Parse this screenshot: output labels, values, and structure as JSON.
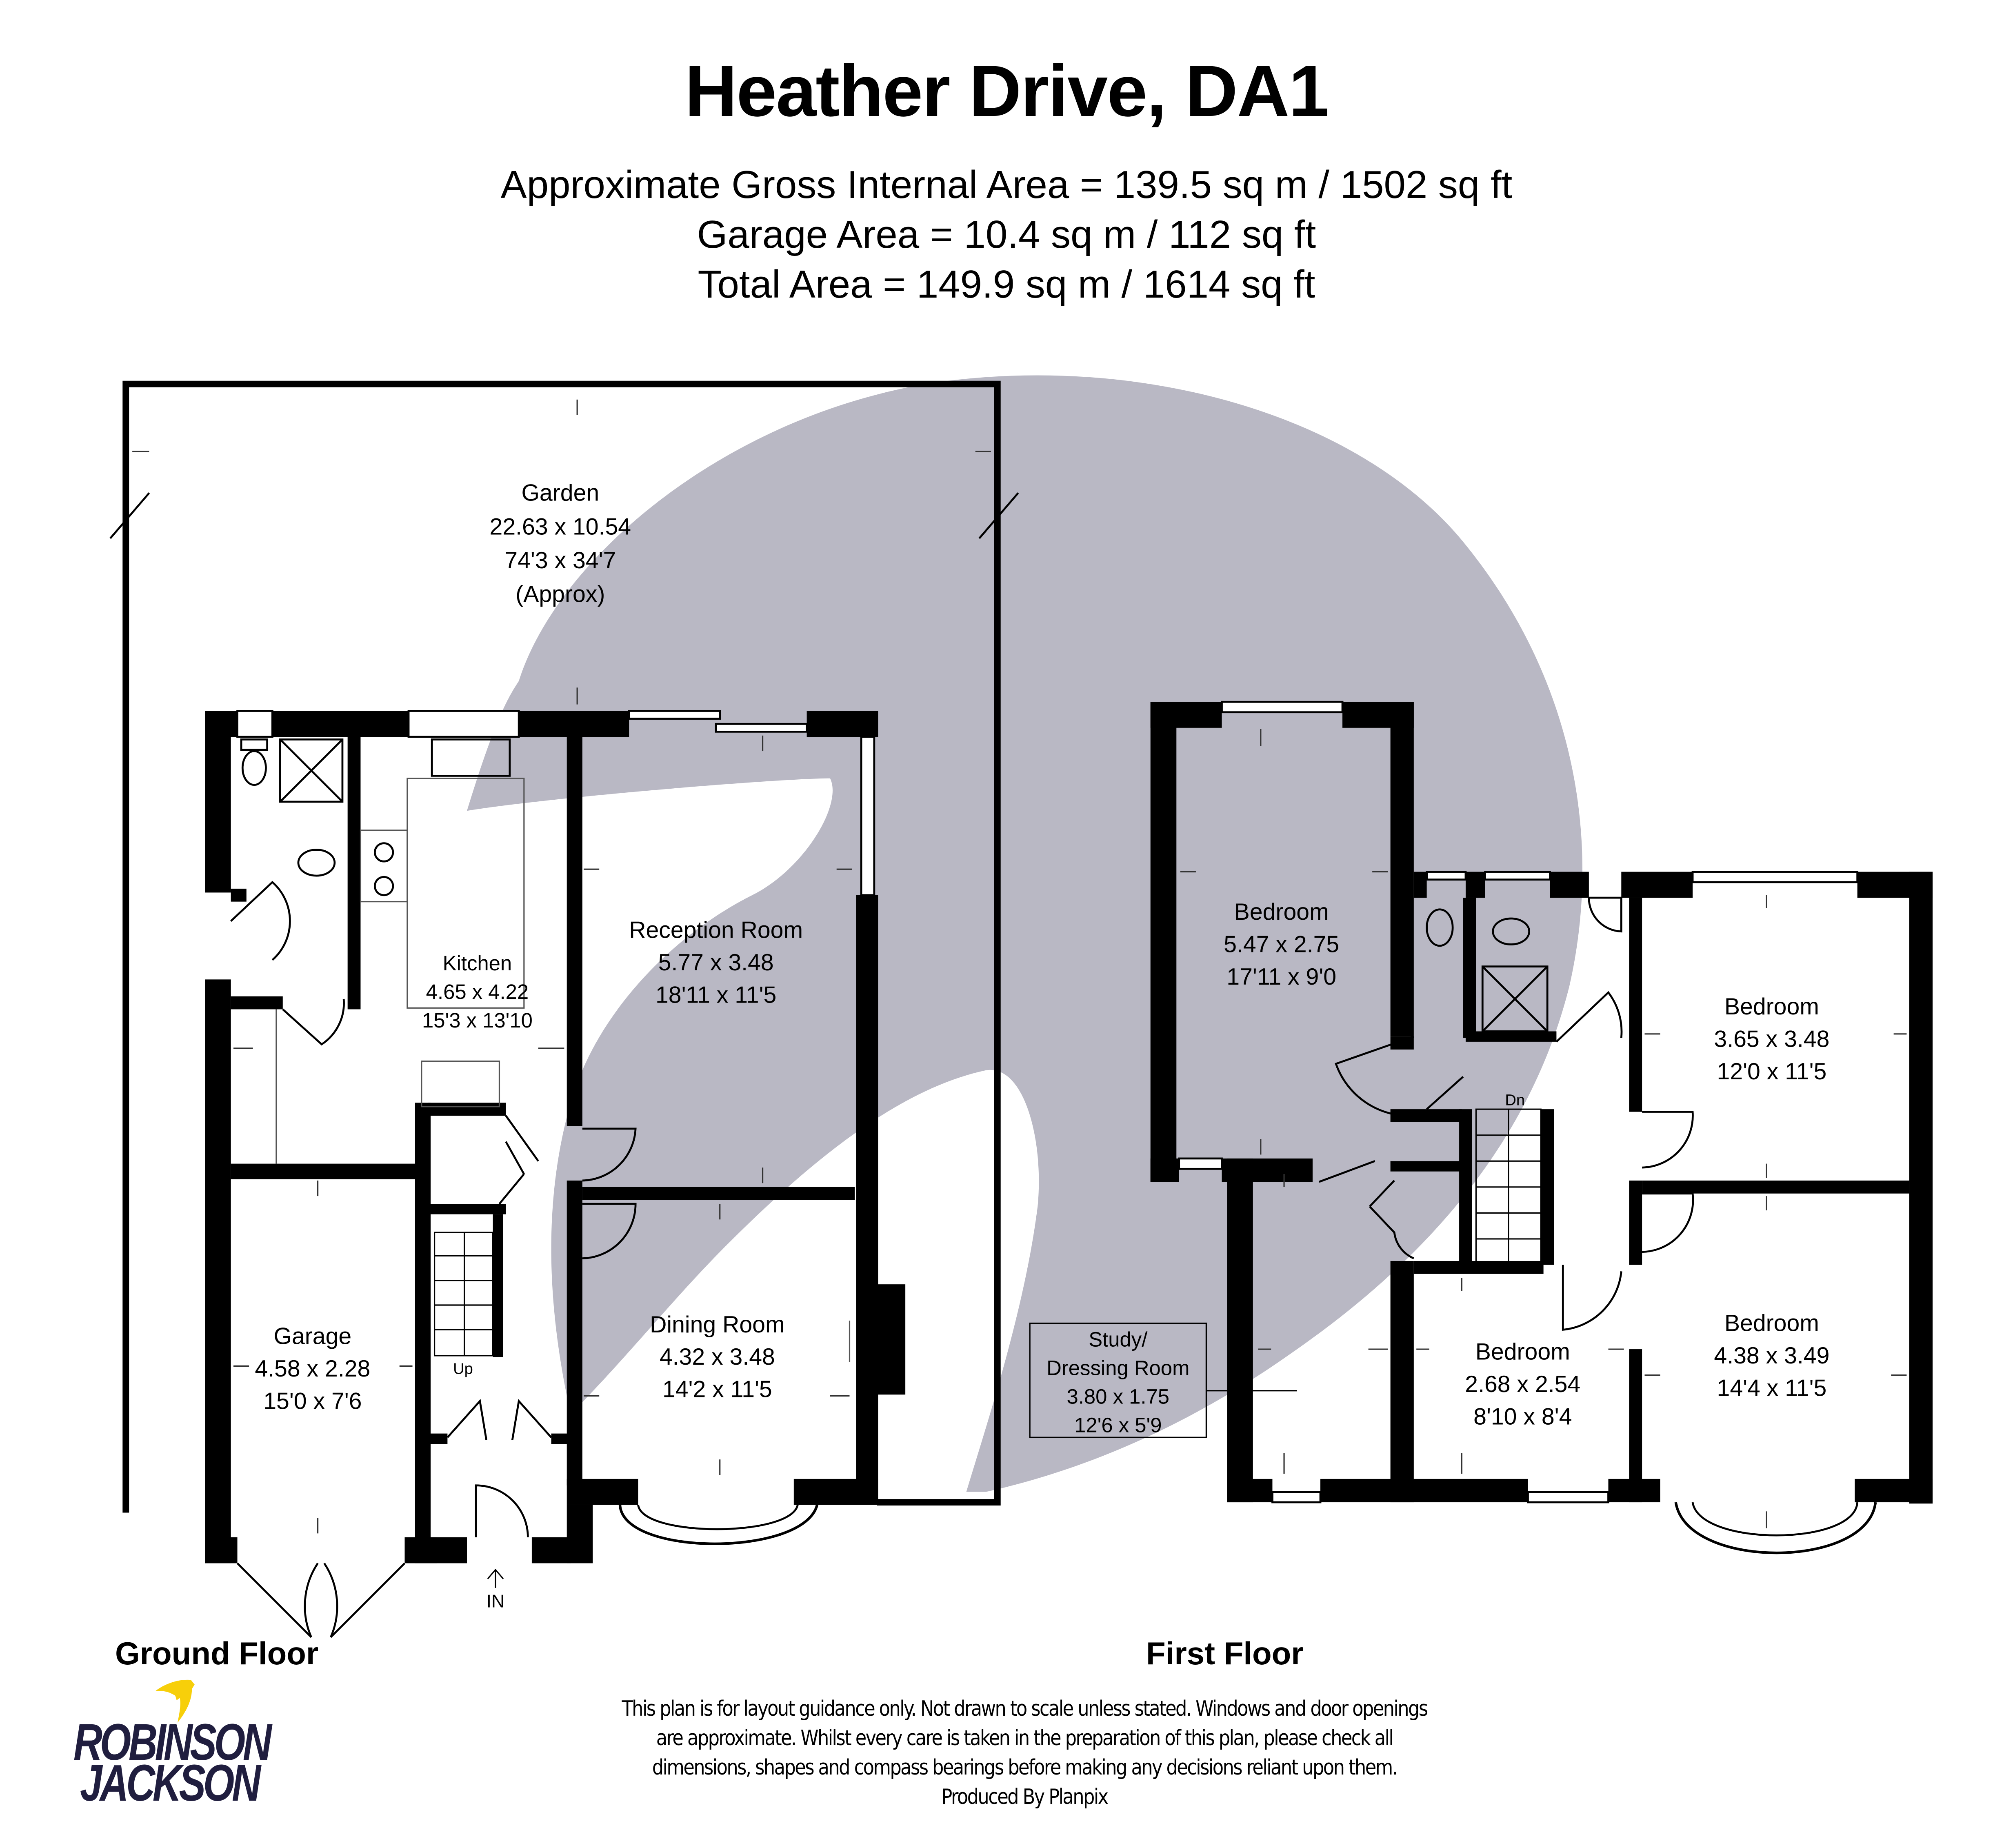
{
  "header": {
    "title": "Heather Drive, DA1",
    "areas": [
      "Approximate Gross Internal Area = 139.5 sq m / 1502 sq ft",
      "Garage Area = 10.4 sq m / 112 sq ft",
      "Total Area = 149.9 sq m / 1614 sq ft"
    ]
  },
  "colors": {
    "wall": "#000000",
    "watermark": "#b9b8c4",
    "logo_navy": "#201e3f",
    "logo_yellow": "#f7cf0a"
  },
  "floors": {
    "ground": {
      "label": "Ground Floor",
      "rooms": {
        "garden": {
          "name": "Garden",
          "metric": "22.63 x 10.54",
          "imperial": "74'3 x 34'7",
          "note": "(Approx)"
        },
        "kitchen": {
          "name": "Kitchen",
          "metric": "4.65 x 4.22",
          "imperial": "15'3 x 13'10"
        },
        "reception": {
          "name": "Reception Room",
          "metric": "5.77 x 3.48",
          "imperial": "18'11 x 11'5"
        },
        "dining": {
          "name": "Dining Room",
          "metric": "4.32 x 3.48",
          "imperial": "14'2 x 11'5"
        },
        "garage": {
          "name": "Garage",
          "metric": "4.58 x 2.28",
          "imperial": "15'0 x 7'6"
        }
      },
      "stairs_label": "Up",
      "entrance_label": "IN"
    },
    "first": {
      "label": "First Floor",
      "rooms": {
        "bedroom1": {
          "name": "Bedroom",
          "metric": "5.47 x 2.75",
          "imperial": "17'11 x 9'0"
        },
        "bedroom2": {
          "name": "Bedroom",
          "metric": "3.65 x 3.48",
          "imperial": "12'0 x 11'5"
        },
        "bedroom3": {
          "name": "Bedroom",
          "metric": "2.68 x 2.54",
          "imperial": "8'10 x 8'4"
        },
        "bedroom4": {
          "name": "Bedroom",
          "metric": "4.38 x 3.49",
          "imperial": "14'4 x 11'5"
        },
        "study": {
          "name_line1": "Study/",
          "name_line2": "Dressing Room",
          "metric": "3.80 x 1.75",
          "imperial": "12'6 x 5'9"
        }
      },
      "stairs_label": "Dn"
    }
  },
  "footer": {
    "disclaimer": [
      "This plan is for layout guidance only. Not drawn to scale unless stated. Windows and door openings",
      "are approximate. Whilst every care is taken in the preparation of this plan, please check all",
      "dimensions, shapes and compass bearings before making any decisions reliant upon them.",
      "Produced By Planpix"
    ]
  },
  "logo": {
    "line1": "ROBINSON",
    "line2": "JACKSON",
    "icon": "swallow-bird-icon"
  }
}
